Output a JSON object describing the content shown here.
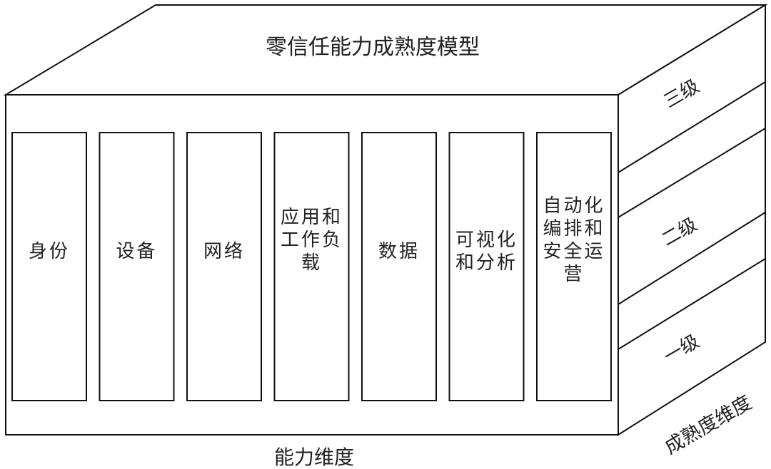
{
  "model_title": "零信任能力成熟度模型",
  "capability_axis_label": "能力维度",
  "maturity_axis_label": "成熟度维度",
  "capabilities": [
    {
      "lines": [
        "身份"
      ]
    },
    {
      "lines": [
        "设备"
      ]
    },
    {
      "lines": [
        "网络"
      ]
    },
    {
      "lines": [
        "应用和",
        "工作负",
        "载"
      ]
    },
    {
      "lines": [
        "数据"
      ]
    },
    {
      "lines": [
        "可视化",
        "和分析"
      ]
    },
    {
      "lines": [
        "自动化",
        "编排和",
        "安全运",
        "营"
      ]
    }
  ],
  "maturity_levels": [
    {
      "label": "三级"
    },
    {
      "label": "二级"
    },
    {
      "label": "一级"
    }
  ],
  "colors": {
    "stroke": "#111111",
    "text": "#222222",
    "fill": "#ffffff"
  }
}
